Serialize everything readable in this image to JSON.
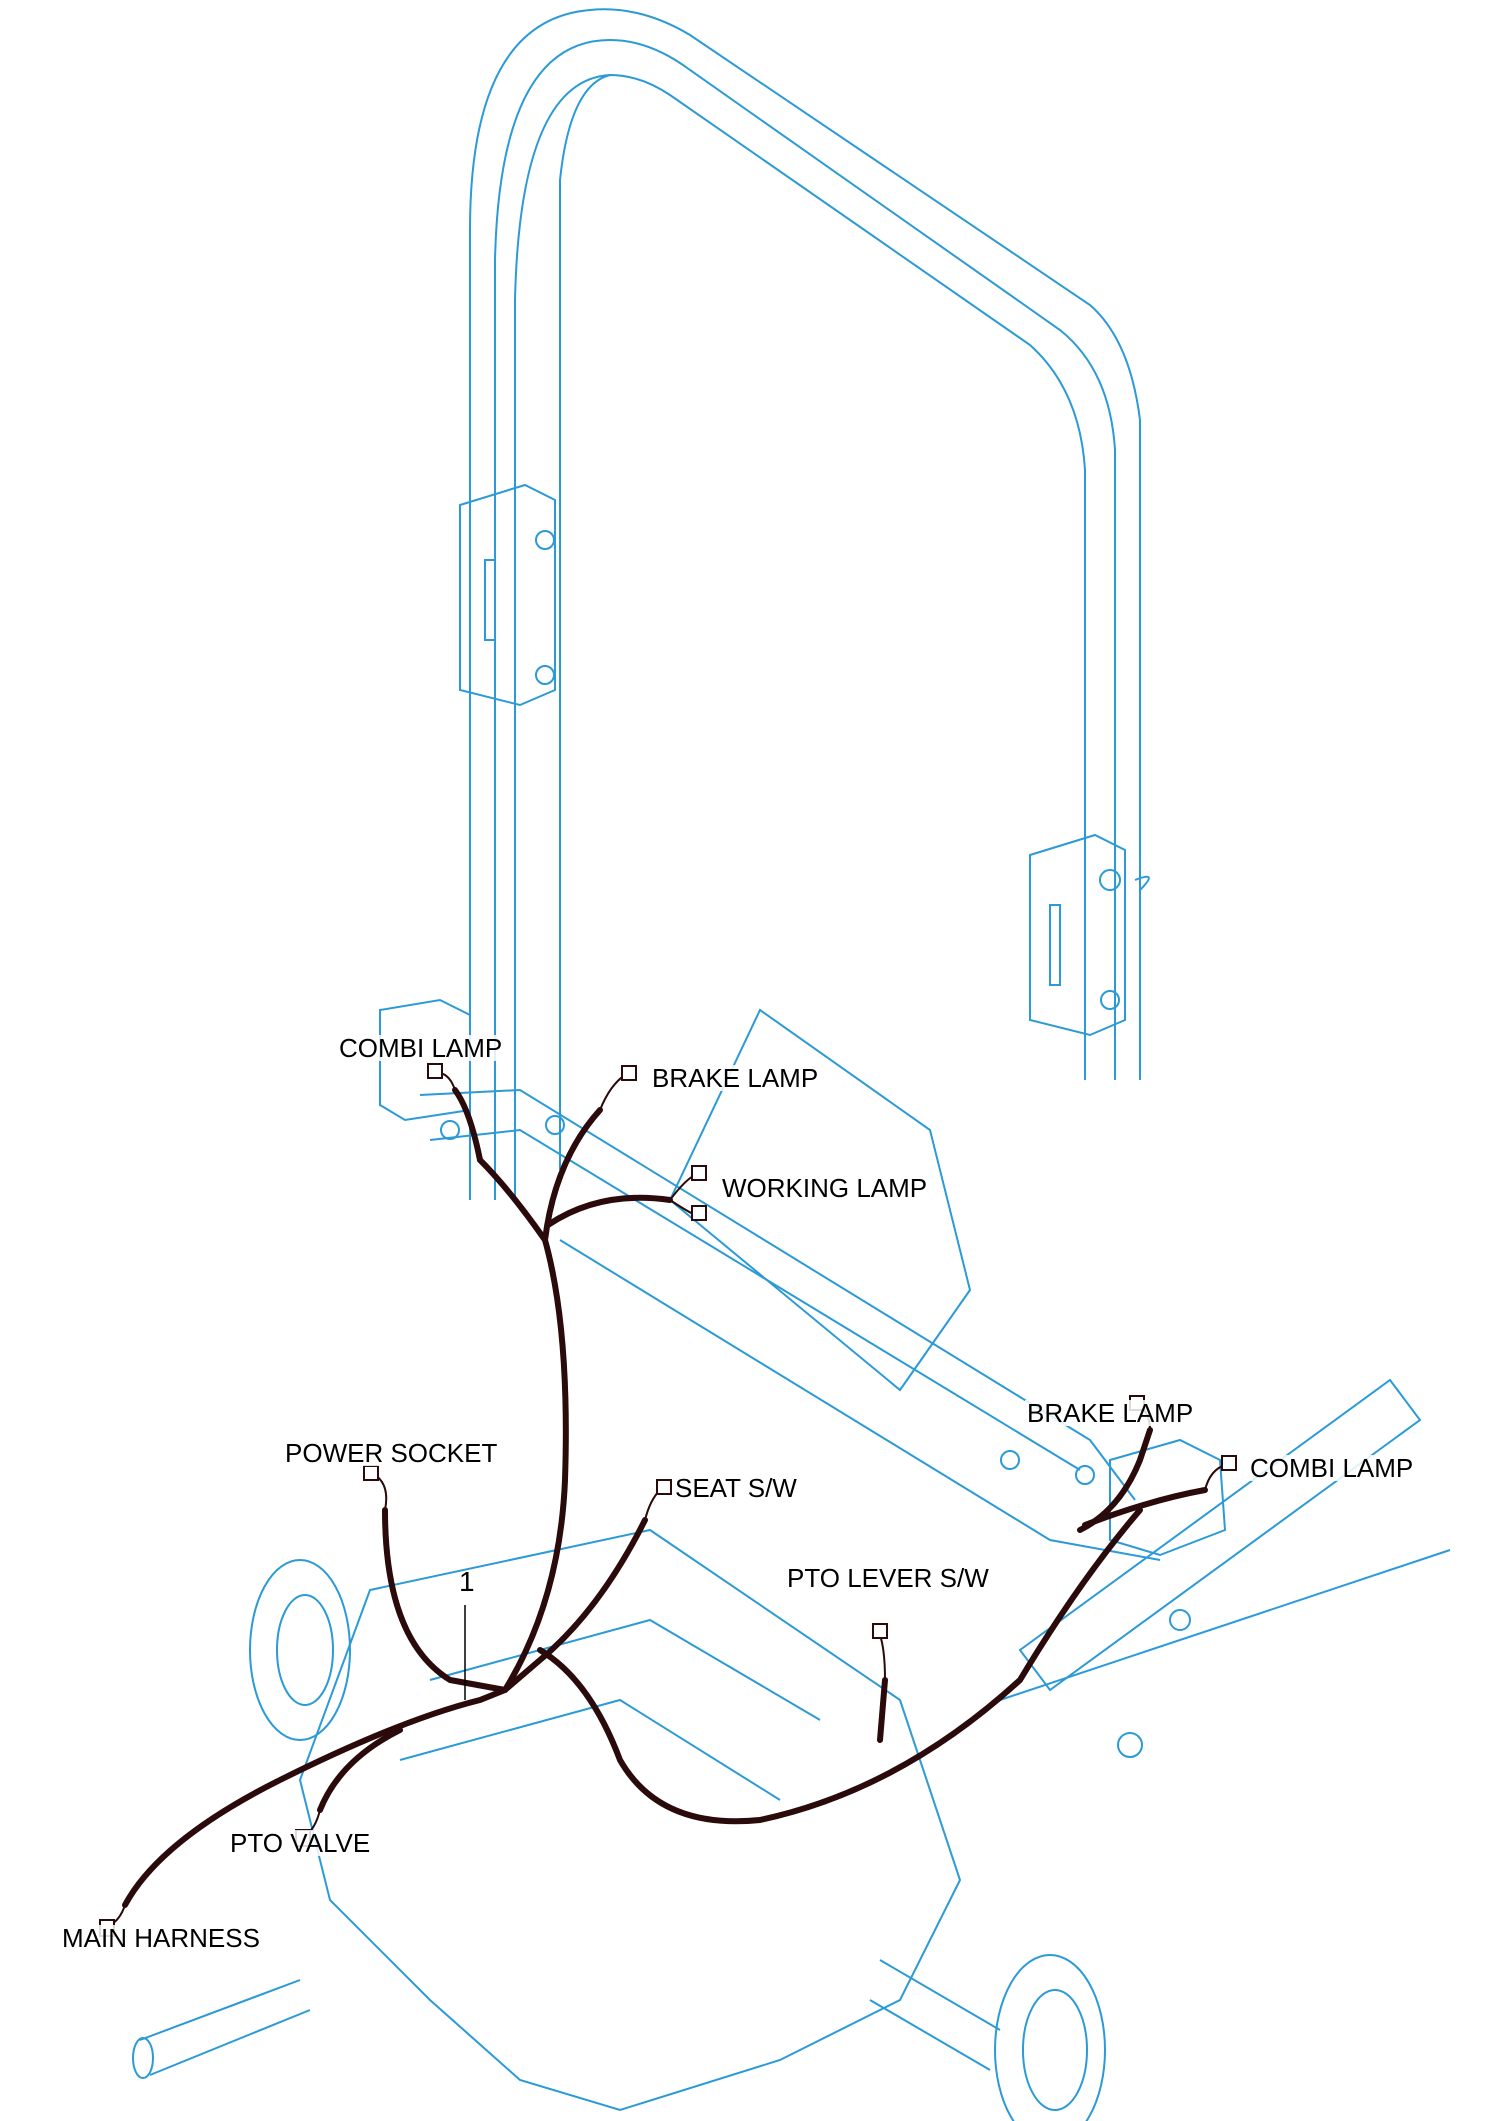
{
  "diagram": {
    "subject": "Rear wiring harness routing on ROPS frame and transmission",
    "line_color": "#2b9ad6",
    "harness_color": "#2a0a0a",
    "callout_number": "1",
    "labels": {
      "combi_lamp_left": "COMBI LAMP",
      "brake_lamp_left": "BRAKE LAMP",
      "working_lamp": "WORKING LAMP",
      "brake_lamp_right": "BRAKE LAMP",
      "combi_lamp_right": "COMBI LAMP",
      "power_socket": "POWER SOCKET",
      "seat_switch": "SEAT S/W",
      "pto_lever_switch": "PTO LEVER S/W",
      "pto_valve": "PTO VALVE",
      "main_harness": "MAIN HARNESS"
    }
  }
}
